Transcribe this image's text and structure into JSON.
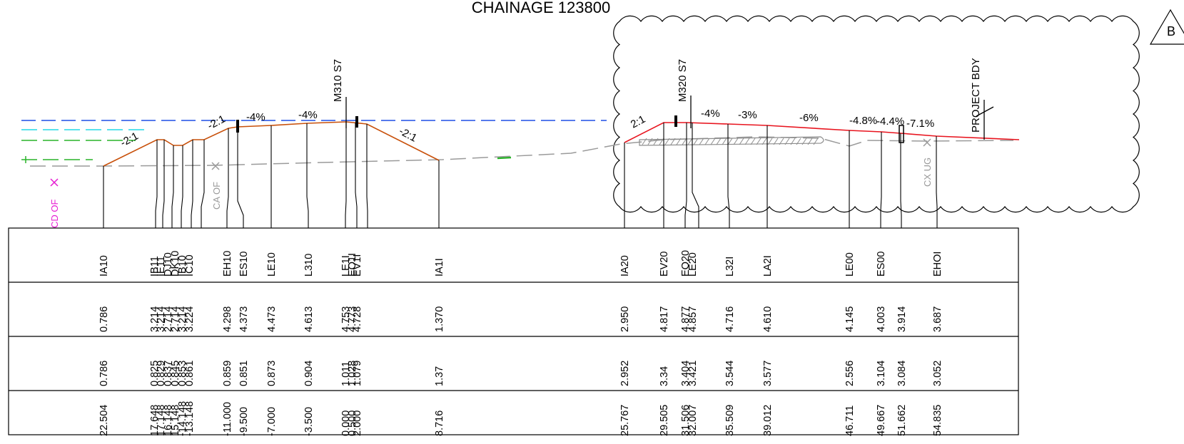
{
  "title": "CHAINAGE 123800",
  "revision_marker": "B",
  "slope_labels": [
    "-2:1",
    "-2:1",
    "-4%",
    "-4%",
    "-2:1",
    "2:1",
    "-4%",
    "-3%",
    "-6%",
    "-4.8%",
    "-4.4%",
    "-7.1%"
  ],
  "markers": {
    "m310": "M310 S7",
    "m320": "M320 S7",
    "project_bdy": "PROJECT BDY",
    "cd_of": "CD OF",
    "ca_of": "CA OF",
    "cx_ug": "CX UG"
  },
  "table": {
    "point_codes": [
      "IA10",
      "IB11",
      "IE11",
      "DJ10",
      "DK10",
      "IB10",
      "IC10",
      "EH10",
      "ES10",
      "LE10",
      "L310",
      "LE1I",
      "EO1I",
      "EV1I",
      "IA1I",
      "IA20",
      "EV20",
      "EO20",
      "LE20",
      "L32I",
      "LA2I",
      "LE00",
      "ES00",
      "EHOI"
    ],
    "design_levels": [
      "0.786",
      "3.214",
      "3.214",
      "2.714",
      "2.714",
      "3.214",
      "3.224",
      "4.298",
      "4.373",
      "4.473",
      "4.613",
      "4.753",
      "4.773",
      "4.728",
      "1.370",
      "2.950",
      "4.817",
      "4.877",
      "4.857",
      "4.716",
      "4.610",
      "4.145",
      "4.003",
      "3.914",
      "3.687"
    ],
    "existing_levels": [
      "0.786",
      "0.825",
      "0.829",
      "0.837",
      "0.845",
      "0.853",
      "0.861",
      "0.859",
      "0.851",
      "0.873",
      "0.904",
      "1.011",
      "1.028",
      "1.079",
      "1.37",
      "2.952",
      "3.34",
      "3.404",
      "3.421",
      "3.544",
      "3.577",
      "2.556",
      "3.104",
      "3.084",
      "3.052"
    ],
    "offsets": [
      "22.504",
      "17.648",
      "17.148",
      "16.148",
      "15.148",
      "-14.148",
      "-13.148",
      "-11.000",
      "-9.500",
      "-7.000",
      "-3.500",
      "0.000",
      "0.500",
      "2.000",
      "8.716",
      "25.767",
      "29.505",
      "31.506",
      "32.007",
      "35.509",
      "39.012",
      "46.711",
      "49.667",
      "51.662",
      "54.835"
    ]
  },
  "colors": {
    "design_left": "#c8500a",
    "design_right": "#e8141e",
    "existing_ground": "#9a9a9a",
    "blue_line": "#1d4fe6",
    "cyan_line": "#22d8e6",
    "green_line": "#28b428",
    "magenta": "#e61ed2",
    "hatch": "#8c8c8c"
  }
}
